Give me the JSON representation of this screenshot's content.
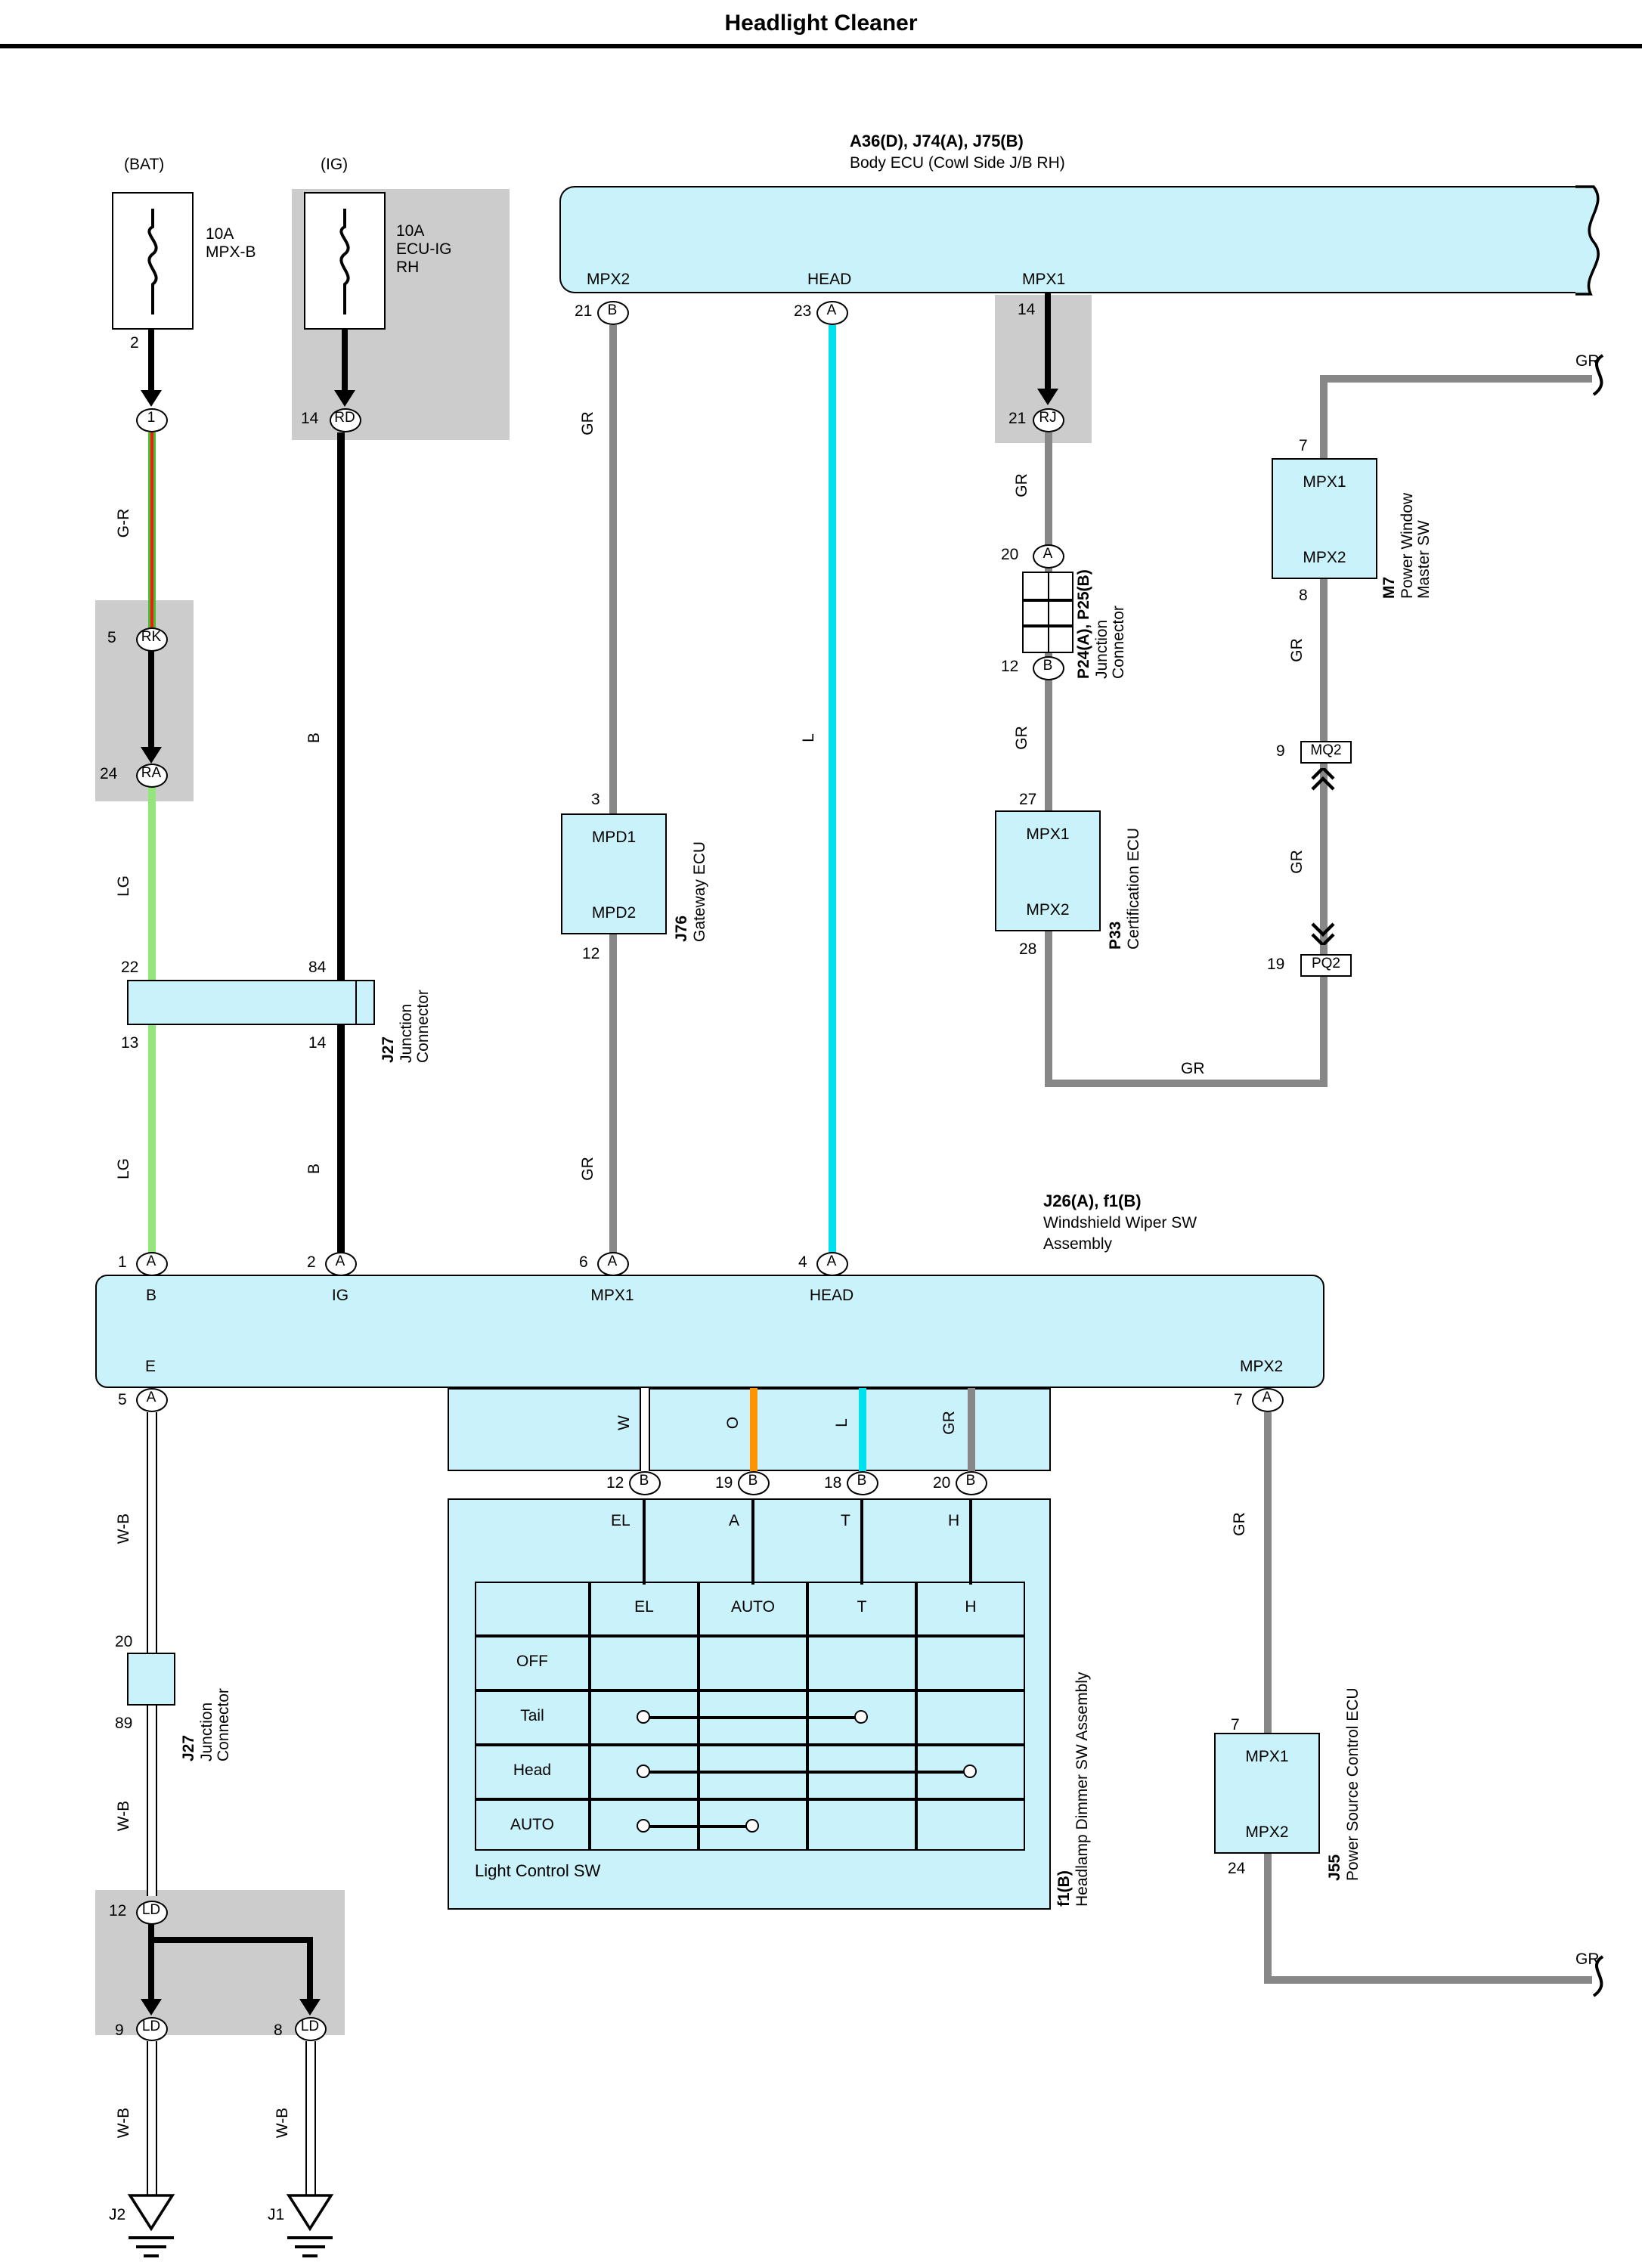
{
  "title": "Headlight Cleaner",
  "colors": {
    "box_fill": "#c9f2fa",
    "gray_bg": "#cccccc",
    "wire_gray": "#878787",
    "wire_blue": "#00e1f0",
    "wire_green": "#3fc42d",
    "wire_red": "#ff1414",
    "wire_light_green": "#93e57c",
    "wire_orange": "#ff9400",
    "wire_black": "#000000"
  },
  "fuse_bat": {
    "label": "(BAT)",
    "rating": "10A",
    "name": "MPX-B",
    "pin": "2",
    "conn": "1"
  },
  "fuse_ig": {
    "label": "(IG)",
    "rating": "10A",
    "name": "ECU-IG",
    "name2": "RH",
    "pin": "14",
    "conn": "RD"
  },
  "body_ecu": {
    "code": "A36(D), J74(A), J75(B)",
    "name": "Body ECU (Cowl Side J/B RH)",
    "port_mpx2": "MPX2",
    "port_head": "HEAD",
    "port_mpx1": "MPX1",
    "pin_mpx2": "21",
    "conn_mpx2": "B",
    "pin_head": "23",
    "conn_head": "A",
    "pin_mpx1": "14",
    "pin_rj": "21",
    "conn_rj": "RJ"
  },
  "rk": {
    "pin": "5",
    "conn": "RK"
  },
  "ra": {
    "pin": "24",
    "conn": "RA"
  },
  "j27_top": {
    "pin_tl": "22",
    "pin_tr": "84",
    "code": "J27",
    "name1": "Junction",
    "name2": "Connector",
    "pin_bl": "13",
    "pin_br": "14"
  },
  "gateway": {
    "pin_top": "3",
    "port_top": "MPD1",
    "port_bot": "MPD2",
    "code": "J76",
    "name": "Gateway ECU",
    "pin_bot": "12"
  },
  "p24": {
    "pin_top": "20",
    "conn_top": "A",
    "code": "P24(A), P25(B)",
    "name1": "Junction",
    "name2": "Connector",
    "pin_bot": "12",
    "conn_bot": "B"
  },
  "p33": {
    "pin_top": "27",
    "port_top": "MPX1",
    "port_bot": "MPX2",
    "code": "P33",
    "name": "Certification ECU",
    "pin_bot": "28"
  },
  "m7": {
    "pin_top": "7",
    "port_top": "MPX1",
    "port_bot": "MPX2",
    "code": "M7",
    "name1": "Power Window",
    "name2": "Master SW",
    "pin_bot": "8"
  },
  "mq2": {
    "pin": "9",
    "conn": "MQ2"
  },
  "pq2": {
    "pin": "19",
    "conn": "PQ2"
  },
  "wiper": {
    "code": "J26(A), f1(B)",
    "name1": "Windshield Wiper SW",
    "name2": "Assembly",
    "pin_b": "1",
    "conn_b": "A",
    "port_b": "B",
    "pin_ig": "2",
    "conn_ig": "A",
    "port_ig": "IG",
    "pin_mpx1": "6",
    "conn_mpx1": "A",
    "port_mpx1": "MPX1",
    "pin_head": "4",
    "conn_head": "A",
    "port_head": "HEAD",
    "port_e": "E",
    "port_mpx2": "MPX2",
    "pin_e": "5",
    "conn_e": "A",
    "pin_mpx2": "7",
    "conn_mpx2": "A"
  },
  "dimmer": {
    "pin_el": "12",
    "conn_el": "B",
    "lbl_el": "EL",
    "pin_a": "19",
    "conn_a": "B",
    "lbl_a": "A",
    "pin_t": "18",
    "conn_t": "B",
    "lbl_t": "T",
    "pin_h": "20",
    "conn_h": "B",
    "lbl_h": "H",
    "headers": [
      "EL",
      "AUTO",
      "T",
      "H"
    ],
    "rows": [
      "OFF",
      "Tail",
      "Head",
      "AUTO"
    ],
    "sw_label": "Light Control SW",
    "code": "f1(B)",
    "name": "Headlamp Dimmer SW Assembly"
  },
  "j27_bottom": {
    "pin_top": "20",
    "code": "J27",
    "name1": "Junction",
    "name2": "Connector",
    "pin_bot": "89"
  },
  "ld": {
    "pin_top": "12",
    "conn_top": "LD",
    "pin_left": "9",
    "conn_left": "LD",
    "pin_right": "8",
    "conn_right": "LD"
  },
  "grounds": {
    "left": "J2",
    "right": "J1"
  },
  "j55": {
    "pin_top": "7",
    "port_top": "MPX1",
    "port_bot": "MPX2",
    "code": "J55",
    "name": "Power Source Control ECU",
    "pin_bot": "24"
  },
  "wires": {
    "gr": "GR",
    "g_r": "G-R",
    "lg": "LG",
    "b": "B",
    "l": "L",
    "w": "W",
    "o": "O",
    "wb": "W-B"
  }
}
